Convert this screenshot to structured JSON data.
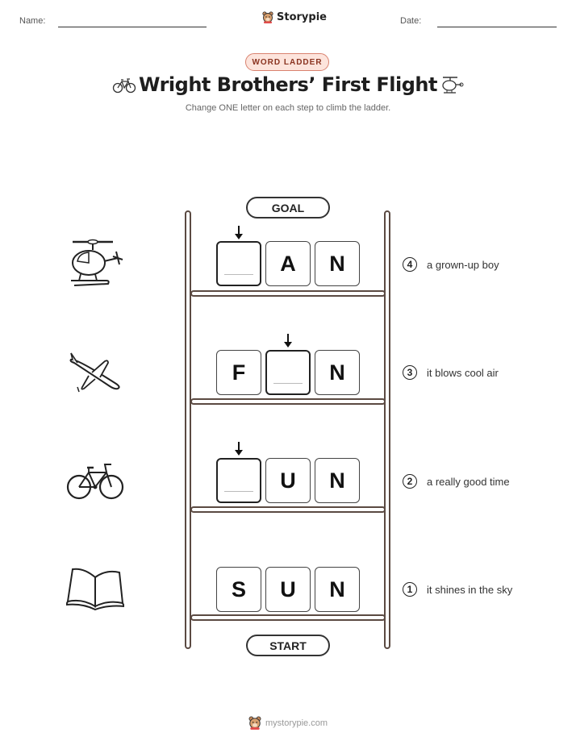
{
  "header": {
    "name_label": "Name:",
    "date_label": "Date:",
    "brand": "Storypie"
  },
  "badge": "WORD LADDER",
  "title": "Wright Brothers’ First Flight",
  "subtitle": "Change ONE letter on each step to climb the ladder.",
  "goal_label": "GOAL",
  "start_label": "START",
  "rows": [
    {
      "number": "4",
      "clue": "a grown-up boy",
      "icon": "helicopter-icon",
      "letters": [
        "",
        "A",
        "N"
      ],
      "blank_index": 0
    },
    {
      "number": "3",
      "clue": "it blows cool air",
      "icon": "airplane-icon",
      "letters": [
        "F",
        "",
        "N"
      ],
      "blank_index": 1
    },
    {
      "number": "2",
      "clue": "a really good time",
      "icon": "bicycle-icon",
      "letters": [
        "",
        "U",
        "N"
      ],
      "blank_index": 0
    },
    {
      "number": "1",
      "clue": "it shines in the sky",
      "icon": "book-icon",
      "letters": [
        "S",
        "U",
        "N"
      ],
      "blank_index": -1
    }
  ],
  "footer": "mystorypie.com"
}
